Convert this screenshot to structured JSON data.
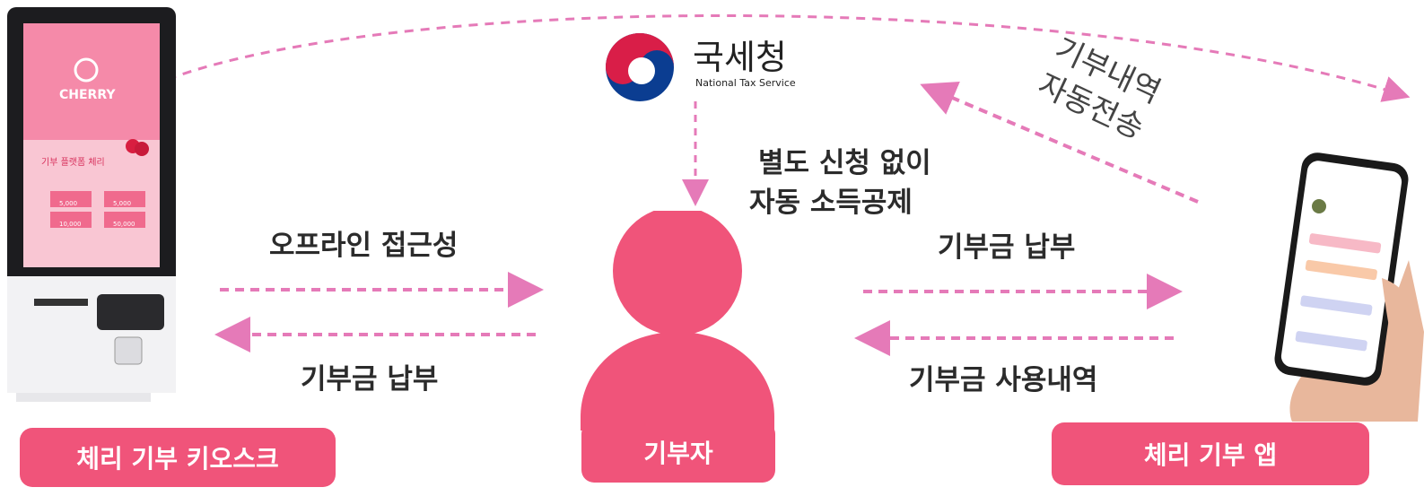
{
  "nts": {
    "name_ko": "국세청",
    "name_en": "National Tax Service"
  },
  "auto_send_label": [
    "기부내역",
    "자동전송"
  ],
  "center_note": [
    "별도 신청 없이",
    "자동 소득공제"
  ],
  "left": {
    "top_label": "오프라인 접근성",
    "bottom_label": "기부금 납부",
    "title": "체리 기부 키오스크"
  },
  "right": {
    "top_label": "기부금 납부",
    "bottom_label": "기부금 사용내역",
    "title": "체리 기부 앱"
  },
  "donor_label": "기부자",
  "kiosk_screen": {
    "brand": "CHERRY",
    "tagline": "기부 플랫폼 체리",
    "amounts": [
      "5,000",
      "5,000",
      "10,000",
      "50,000"
    ]
  },
  "colors": {
    "accent": "#f0547a",
    "arrow": "#e57ab8",
    "nts_red": "#d91e48",
    "nts_blue": "#0b3d91"
  }
}
